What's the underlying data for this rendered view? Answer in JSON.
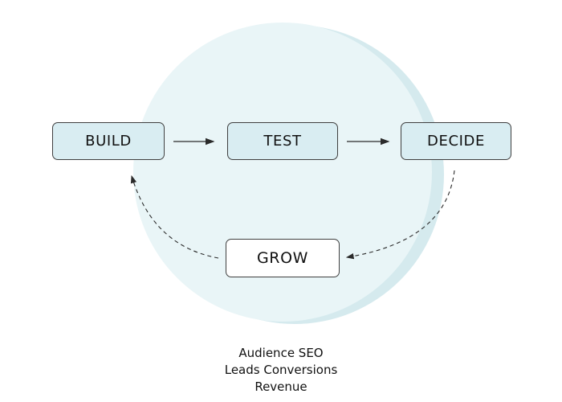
{
  "diagram": {
    "nodes": {
      "build": {
        "label": "BUILD"
      },
      "test": {
        "label": "TEST"
      },
      "decide": {
        "label": "DECIDE"
      },
      "grow": {
        "label": "GROW"
      }
    },
    "caption": {
      "line1": "Audience SEO",
      "line2": "Leads Conversions",
      "line3": "Revenue"
    },
    "colors": {
      "node_fill": "#d9edf2",
      "node_border": "#3f3f3f",
      "grow_fill": "#ffffff",
      "circle_fill": "#e9f5f7",
      "circle_shadow": "#d5eaee",
      "arrow": "#2b2b2b",
      "text": "#111111"
    }
  }
}
